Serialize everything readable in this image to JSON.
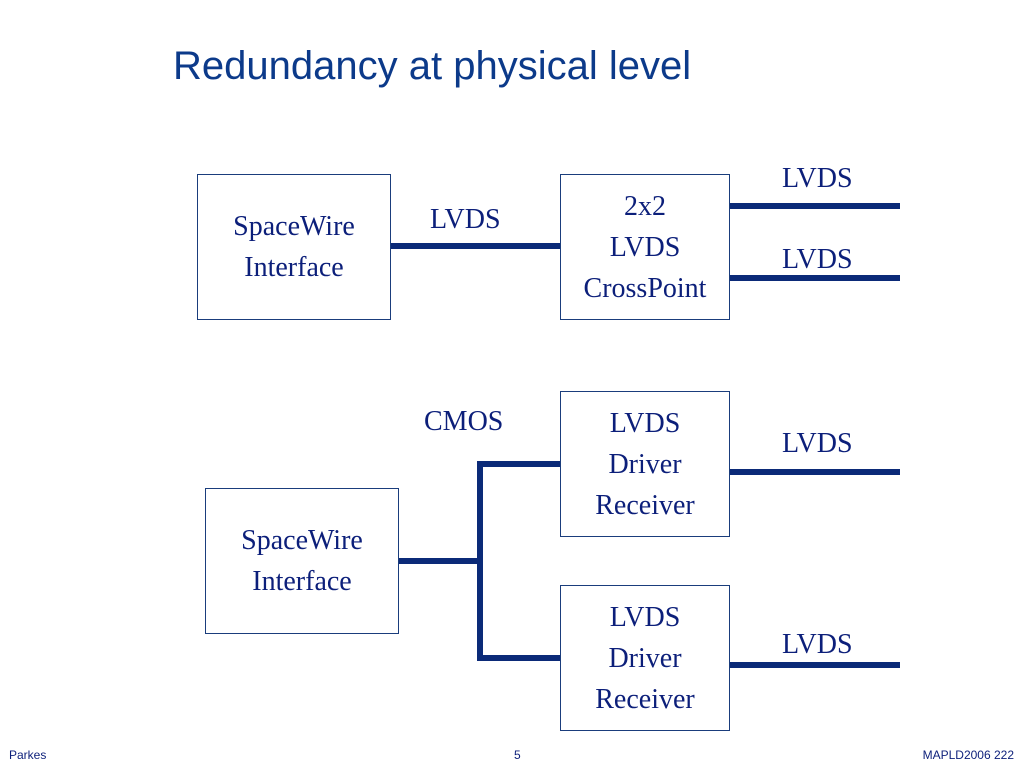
{
  "title": "Redundancy at physical level",
  "colors": {
    "title": "#0c3a8a",
    "text": "#0c1f7a",
    "lines": "#0b2a78",
    "box_border": "#1a3d7c",
    "background": "#ffffff"
  },
  "diagram_top": {
    "interface_box": {
      "line1": "SpaceWire",
      "line2": "Interface"
    },
    "link_label": "LVDS",
    "crosspoint_box": {
      "line1": "2x2",
      "line2": "LVDS",
      "line3": "CrossPoint"
    },
    "output_labels": [
      "LVDS",
      "LVDS"
    ]
  },
  "diagram_bottom": {
    "interface_box": {
      "line1": "SpaceWire",
      "line2": "Interface"
    },
    "link_label": "CMOS",
    "driver_boxes": [
      {
        "line1": "LVDS",
        "line2": "Driver",
        "line3": "Receiver"
      },
      {
        "line1": "LVDS",
        "line2": "Driver",
        "line3": "Receiver"
      }
    ],
    "output_labels": [
      "LVDS",
      "LVDS"
    ]
  },
  "footer": {
    "left": "Parkes",
    "center": "5",
    "right": "MAPLD2006 222"
  }
}
